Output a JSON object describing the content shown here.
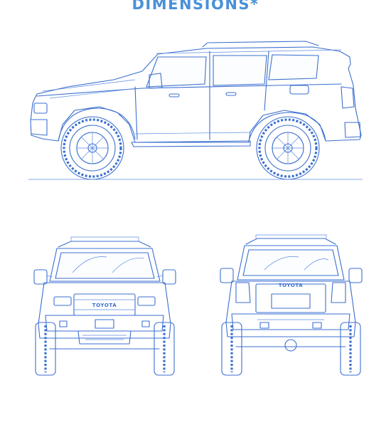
{
  "header": {
    "title": "DIMENSIONS*"
  },
  "views": {
    "side": {
      "icon": "vehicle-side-view"
    },
    "front": {
      "icon": "vehicle-front-view",
      "grille_badge": "TOYOTA"
    },
    "rear": {
      "icon": "vehicle-rear-view",
      "tailgate_badge": "TOYOTA"
    }
  },
  "colors": {
    "accent": "#4a90d9",
    "line": "#3b6fd0"
  }
}
